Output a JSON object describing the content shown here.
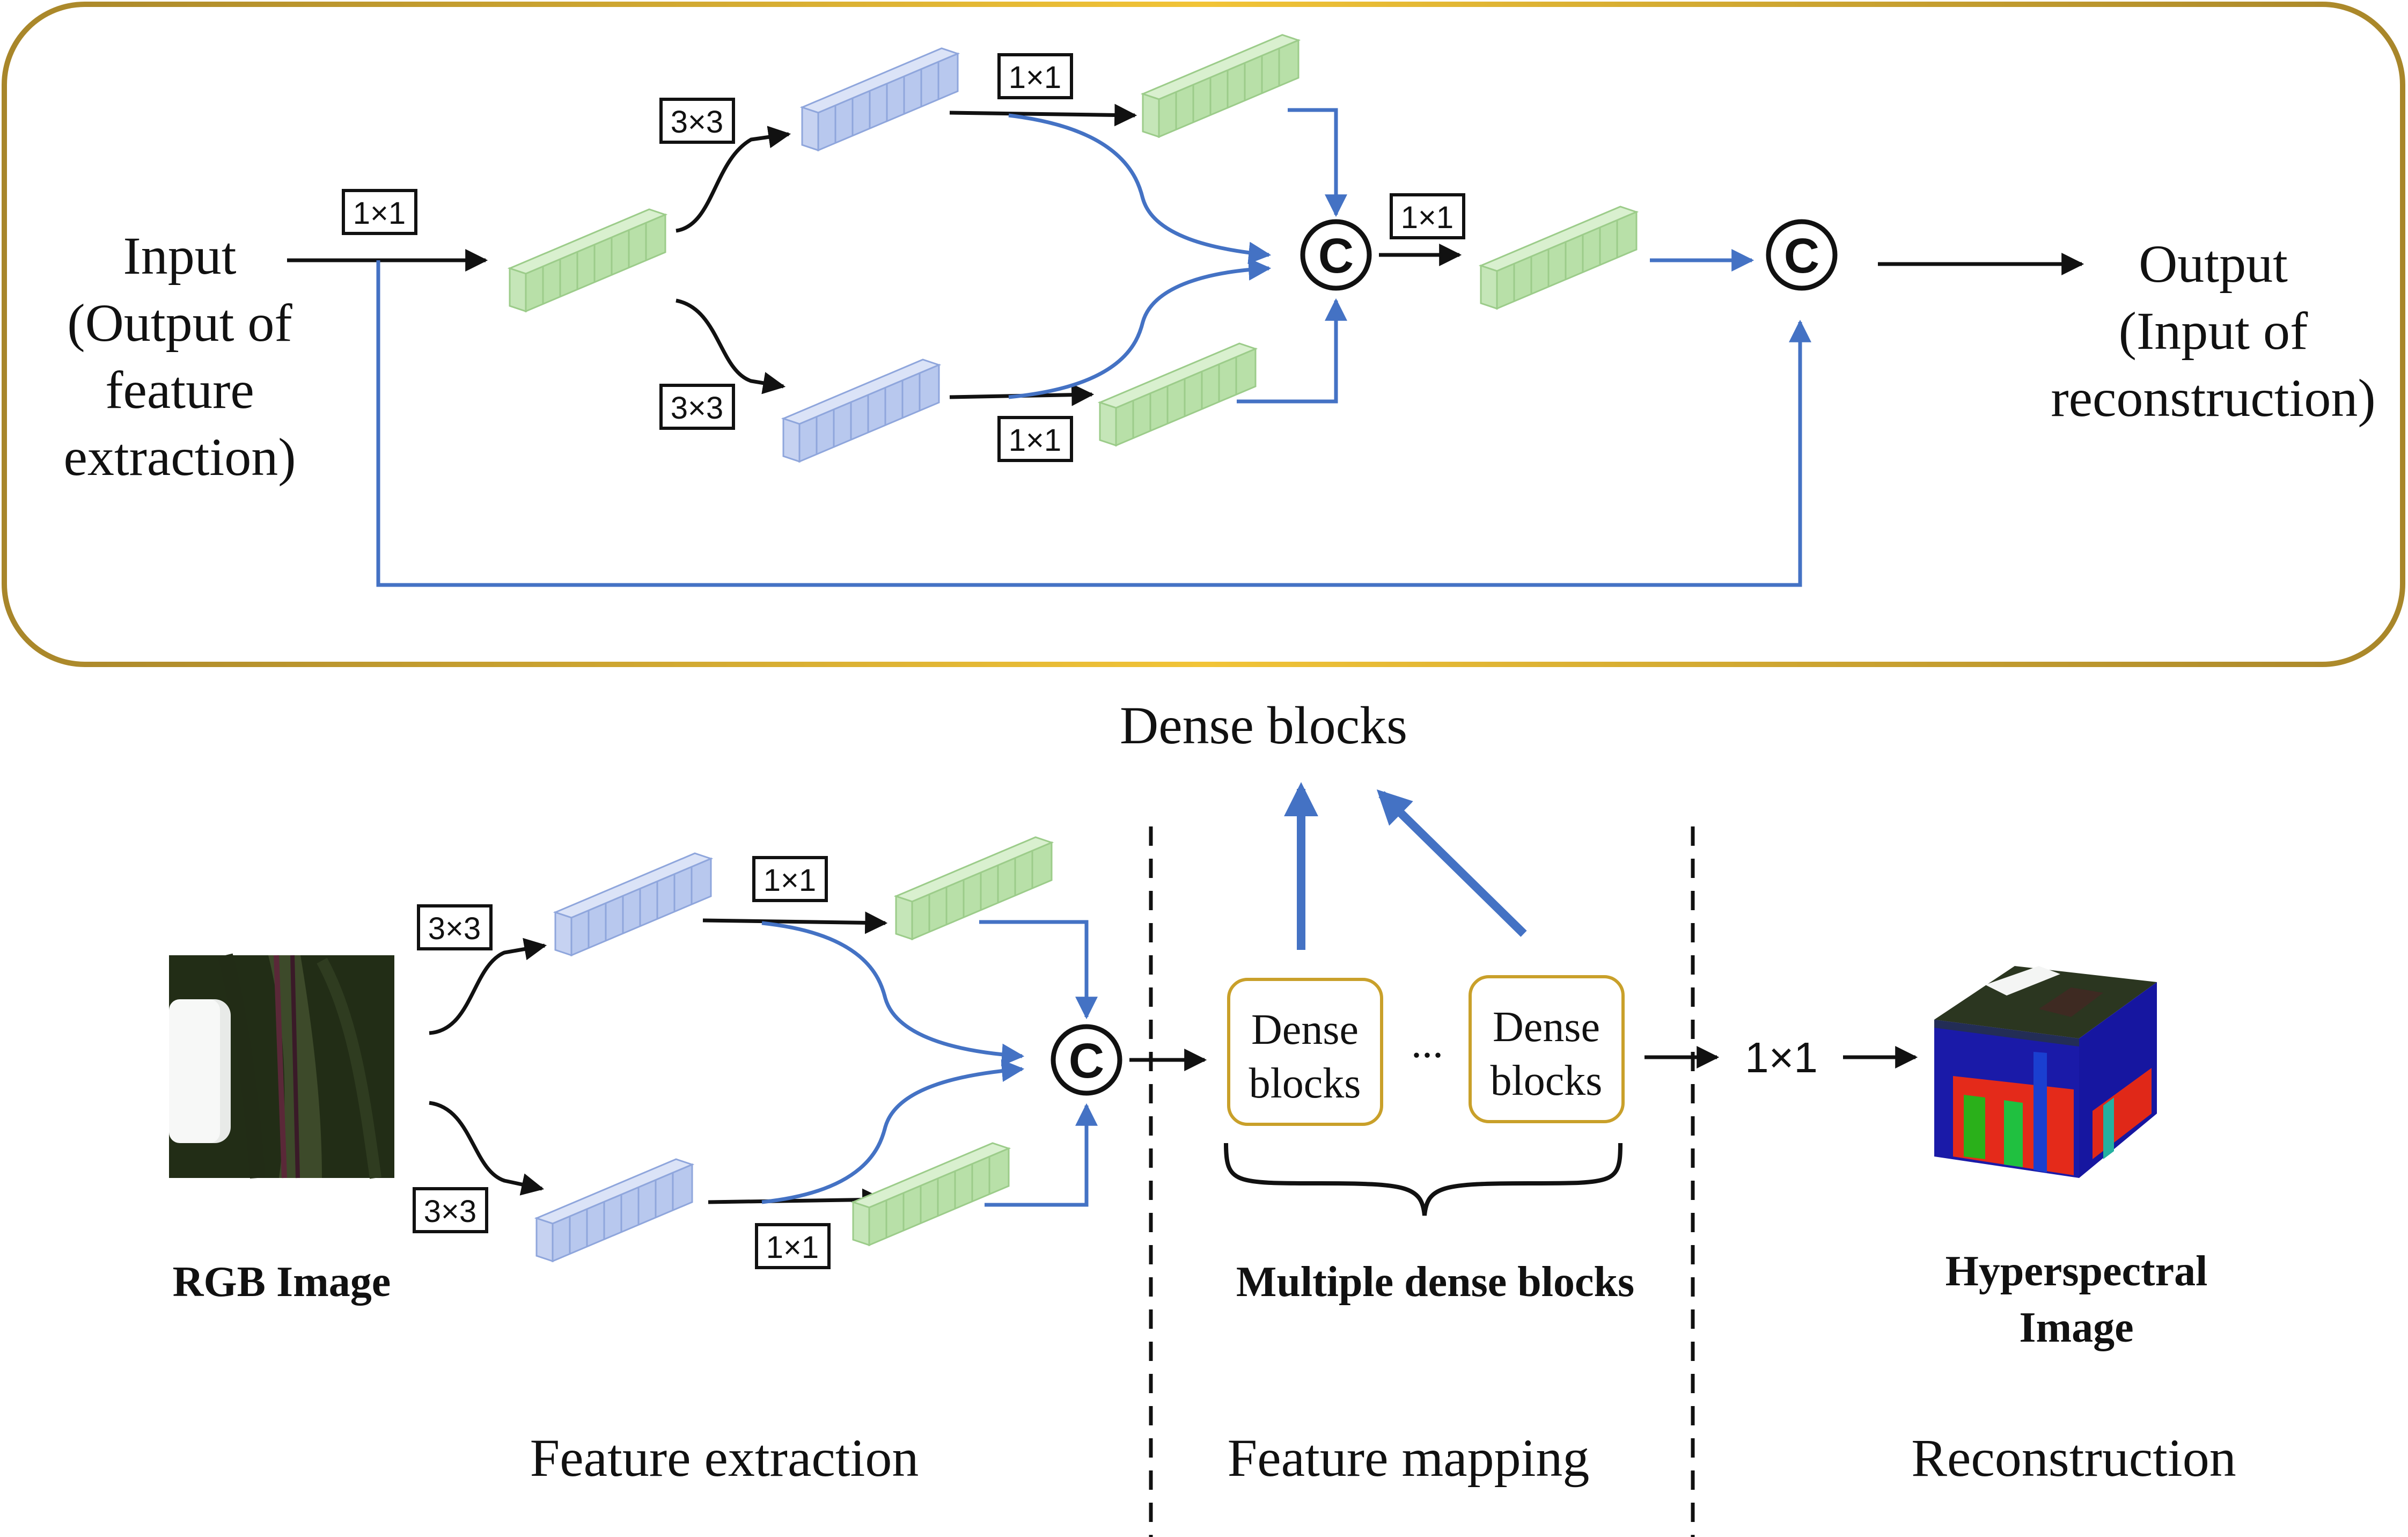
{
  "colors": {
    "frame": "#a8862a",
    "blue_line": "#4472c4",
    "green_block": "#b8e0a8",
    "blue_block": "#b8c8ee",
    "black": "#111111"
  },
  "dense_block_detail": {
    "input_label": [
      "Input",
      "(Output of",
      "feature",
      "extraction)"
    ],
    "output_label": [
      "Output",
      "(Input of",
      "reconstruction)"
    ],
    "kernels": {
      "first": "1×1",
      "upper_branch": "3×3",
      "lower_branch": "3×3",
      "upper_1x1": "1×1",
      "lower_1x1": "1×1",
      "after_concat": "1×1"
    },
    "concat_symbol": "C"
  },
  "overview": {
    "dense_blocks_heading": "Dense blocks",
    "rgb_caption": "RGB Image",
    "kernels": {
      "upper_branch": "3×3",
      "lower_branch": "3×3",
      "upper_1x1": "1×1",
      "lower_1x1": "1×1",
      "reconstruction": "1×1"
    },
    "concat_symbol": "C",
    "dense_block_box_1": [
      "Dense",
      "blocks"
    ],
    "ellipsis": "...",
    "dense_block_box_2": [
      "Dense",
      "blocks"
    ],
    "multiple_caption": "Multiple dense blocks",
    "hyper_caption": [
      "Hyperspectral",
      "Image"
    ]
  },
  "stages": {
    "feature_extraction": "Feature extraction",
    "feature_mapping": "Feature mapping",
    "reconstruction": "Reconstruction"
  }
}
